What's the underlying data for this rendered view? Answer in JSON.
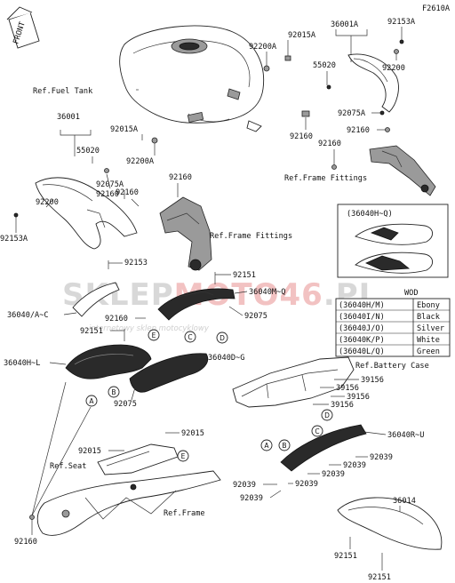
{
  "figure_code": "F2610A",
  "front_label": "FRONT",
  "watermark": {
    "main_a": "SKLEP",
    "main_b": "MOTO",
    "main_c": "46",
    "main_d": ".PL",
    "sub": "internetowy sklep motocyklowy"
  },
  "refs": {
    "fuel_tank": "Ref.Fuel Tank",
    "frame_fittings_right": "Ref.Frame Fittings",
    "frame_fittings_left": "Ref.Frame Fittings",
    "battery_case": "Ref.Battery Case",
    "seat": "Ref.Seat",
    "frame": "Ref.Frame"
  },
  "parts": {
    "p36001A": "36001A",
    "p92153A_top": "92153A",
    "p92015A_top": "92015A",
    "p92200A_top": "92200A",
    "p55020_top": "55020",
    "p92200_top": "92200",
    "p92075A_top": "92075A",
    "p92160_top1": "92160",
    "p92160_top2": "92160",
    "p92160_top3": "92160",
    "p36001": "36001",
    "p92015A_left": "92015A",
    "p55020_left": "55020",
    "p92200A_left": "92200A",
    "p92075A_left": "92075A",
    "p92160_left1": "92160",
    "p92160_left2": "92160",
    "p92160_left3": "92160",
    "p92200_left": "92200",
    "p92153A_left": "92153A",
    "p92153": "92153",
    "p92151_a": "92151",
    "p36040MQ": "36040M~Q",
    "p36040AC": "36040/A~C",
    "p92160_mid": "92160",
    "p92075_mid": "92075",
    "p92151_b": "92151",
    "p36040HL": "36040H~L",
    "p36040DG": "36040D~G",
    "p92075_low": "92075",
    "p39156_1": "39156",
    "p39156_2": "39156",
    "p39156_3": "39156",
    "p39156_4": "39156",
    "p92015_a": "92015",
    "p92015_b": "92015",
    "p36040RU": "36040R~U",
    "p92039_1": "92039",
    "p92039_2": "92039",
    "p92039_3": "92039",
    "p92039_4": "92039",
    "p92039_5": "92039",
    "p36014": "36014",
    "p92160_bottom": "92160",
    "p92151_c": "92151",
    "p92151_d": "92151"
  },
  "inset_label": "(36040H~Q)",
  "color_table": {
    "header": "WOD",
    "rows": [
      {
        "code": "(36040H/M)",
        "color": "Ebony"
      },
      {
        "code": "(36040I/N)",
        "color": "Black"
      },
      {
        "code": "(36040J/O)",
        "color": "Silver"
      },
      {
        "code": "(36040K/P)",
        "color": "White"
      },
      {
        "code": "(36040L/Q)",
        "color": "Green"
      }
    ]
  },
  "callouts": {
    "A": "A",
    "B": "B",
    "C": "C",
    "D": "D",
    "E": "E"
  }
}
